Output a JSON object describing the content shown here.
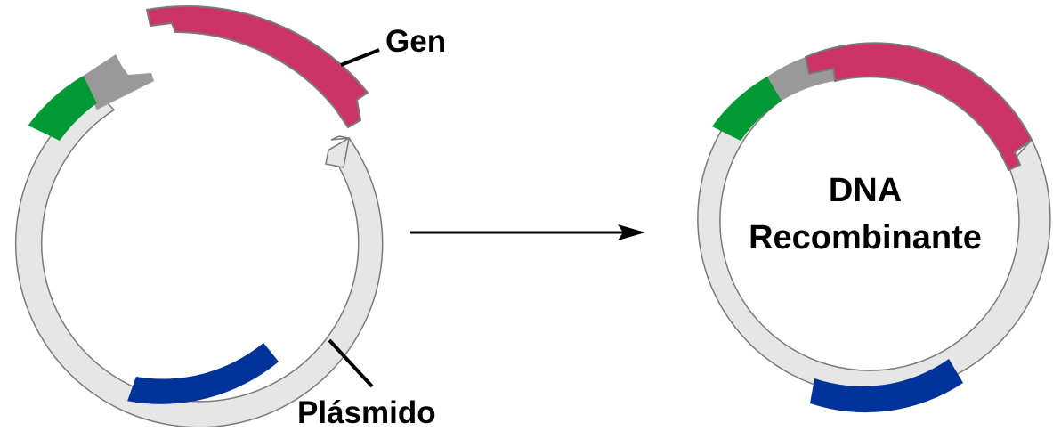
{
  "labels": {
    "gene": "Gen",
    "plasmid": "Plásmido",
    "result_line1": "DNA",
    "result_line2": "Recombinante"
  },
  "colors": {
    "backbone": "#e6e6e6",
    "stroke": "#7a7a7a",
    "gene": "#cc3366",
    "sticky_end": "#999999",
    "marker_green": "#009933",
    "marker_blue": "#003399",
    "arrow": "#000000",
    "background": "#ffffff"
  }
}
